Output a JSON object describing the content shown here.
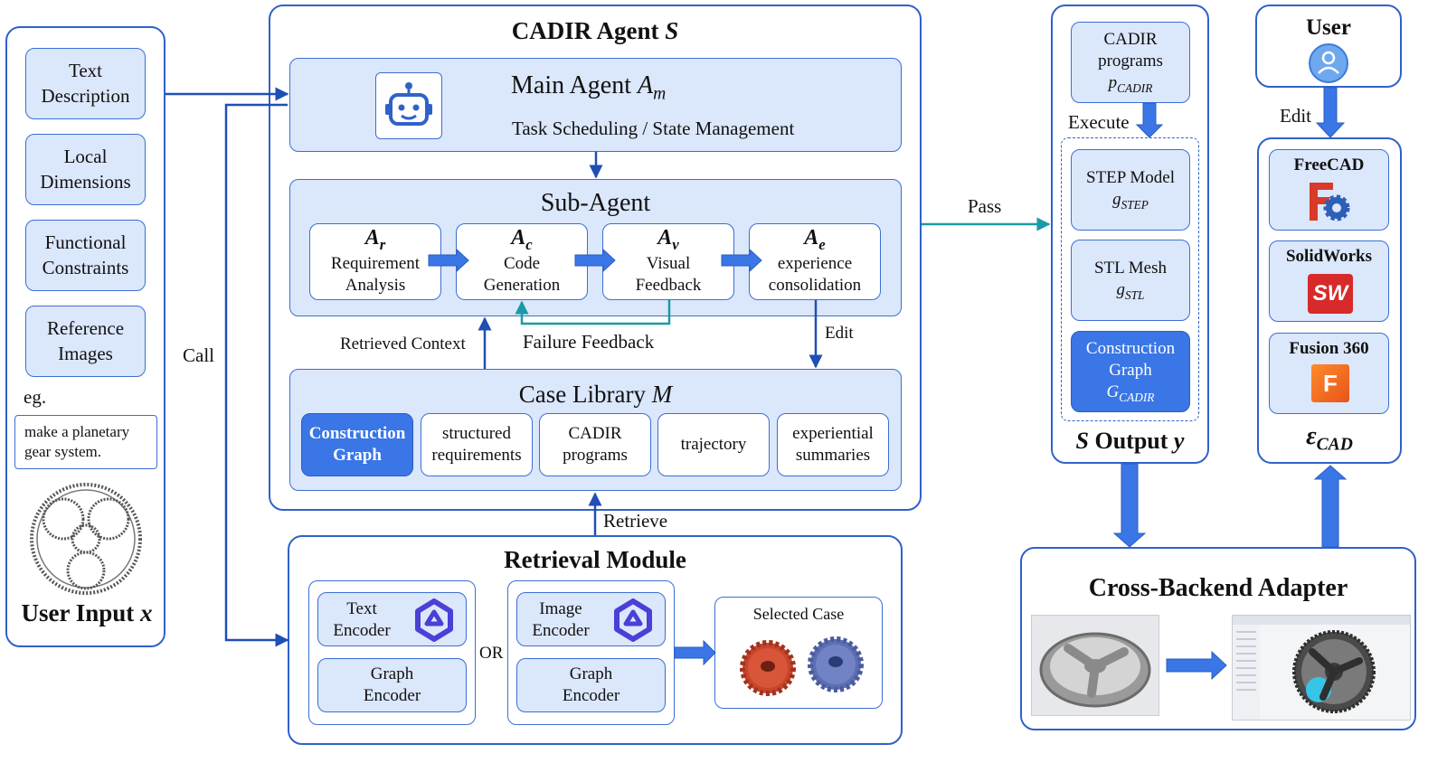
{
  "user_input": {
    "title": "User Input",
    "title_var": "x",
    "items": [
      "Text Description",
      "Local Dimensions",
      "Functional Constraints",
      "Reference Images"
    ],
    "eg_label": "eg.",
    "example_text": "make a planetary gear system."
  },
  "call_label": "Call",
  "agent": {
    "title": "CADIR Agent",
    "title_var": "S",
    "main_agent": {
      "title": "Main Agent",
      "title_var": "A",
      "title_sub": "m",
      "subtitle": "Task Scheduling / State Management"
    },
    "sub_agent": {
      "title": "Sub-Agent",
      "steps": [
        {
          "sym": "A",
          "sub": "r",
          "l1": "Requirement",
          "l2": "Analysis"
        },
        {
          "sym": "A",
          "sub": "c",
          "l1": "Code",
          "l2": "Generation"
        },
        {
          "sym": "A",
          "sub": "v",
          "l1": "Visual",
          "l2": "Feedback"
        },
        {
          "sym": "A",
          "sub": "e",
          "l1": "experience",
          "l2": "consolidation"
        }
      ],
      "failure_feedback": "Failure Feedback"
    },
    "retrieved_context": "Retrieved Context",
    "edit_label": "Edit",
    "case_library": {
      "title": "Case Library",
      "title_var": "M",
      "items": [
        {
          "l1": "Construction",
          "l2": "Graph"
        },
        {
          "l1": "structured",
          "l2": "requirements"
        },
        {
          "l1": "CADIR",
          "l2": "programs"
        },
        {
          "l1": "trajectory",
          "l2": ""
        },
        {
          "l1": "experiential",
          "l2": "summaries"
        }
      ]
    }
  },
  "retrieve_label": "Retrieve",
  "retrieval": {
    "title": "Retrieval Module",
    "text_encoder": {
      "l1": "Text",
      "l2": "Encoder"
    },
    "image_encoder": {
      "l1": "Image",
      "l2": "Encoder"
    },
    "graph_encoder": {
      "l1": "Graph",
      "l2": "Encoder"
    },
    "or_label": "OR",
    "selected_case": "Selected Case"
  },
  "pass_label": "Pass",
  "output": {
    "title_var": "S",
    "title": "Output",
    "title_var2": "y",
    "cadir_programs": {
      "l1": "CADIR",
      "l2": "programs",
      "sym": "p",
      "sub": "CADIR"
    },
    "execute_label": "Execute",
    "step_model": {
      "l1": "STEP Model",
      "sym": "g",
      "sub": "STEP"
    },
    "stl_mesh": {
      "l1": "STL Mesh",
      "sym": "g",
      "sub": "STL"
    },
    "construction_graph": {
      "l1": "Construction",
      "l2": "Graph",
      "sym": "G",
      "sub": "CADIR"
    }
  },
  "user": {
    "title": "User",
    "edit_label": "Edit"
  },
  "cad": {
    "title_sym": "ε",
    "title_sub": "CAD",
    "tools": [
      "FreeCAD",
      "SolidWorks",
      "Fusion 360"
    ],
    "sw_glyph": "SW",
    "f_glyph": "F"
  },
  "adapter": {
    "title": "Cross-Backend Adapter"
  },
  "colors": {
    "border": "#2f62c9",
    "light_fill": "#dbe7fb",
    "dark_fill": "#3a76e6",
    "arrow": "#1f4fb5",
    "teal": "#1a9aa8"
  }
}
